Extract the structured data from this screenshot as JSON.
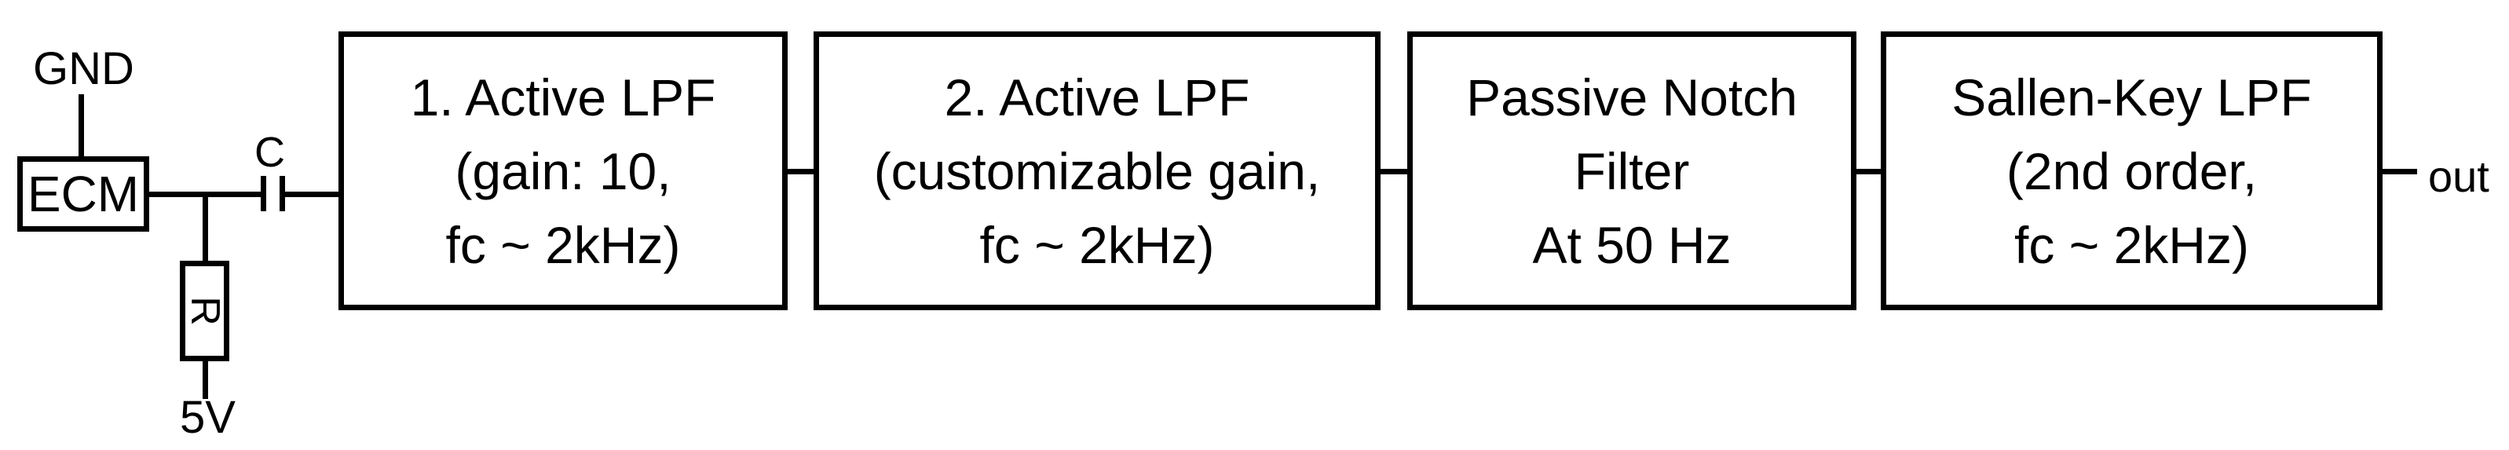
{
  "diagram": {
    "background_color": "#ffffff",
    "line_color": "#000000",
    "input_stage": {
      "gnd_label": "GND",
      "ecm_label": "ECM",
      "capacitor_label": "C",
      "resistor_label": "R",
      "supply_label": "5V"
    },
    "blocks": [
      {
        "lines": [
          "1. Active LPF",
          "(gain: 10,",
          "fc ~ 2kHz)"
        ]
      },
      {
        "lines": [
          "2. Active LPF",
          "(customizable gain,",
          "fc ~ 2kHz)"
        ]
      },
      {
        "lines": [
          "Passive Notch",
          "Filter",
          "At 50 Hz"
        ]
      },
      {
        "lines": [
          "Sallen-Key LPF",
          "(2nd order,",
          "fc ~ 2kHz)"
        ]
      }
    ],
    "output_label": "out"
  }
}
